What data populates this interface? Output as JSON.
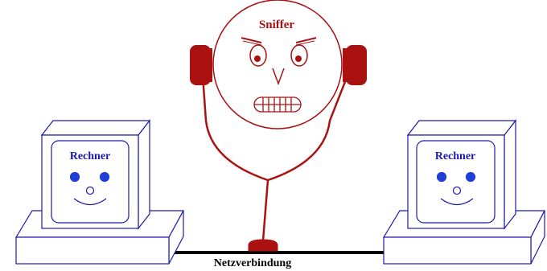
{
  "sniffer": {
    "label": "Sniffer",
    "color": "#aa1111"
  },
  "left_computer": {
    "label": "Rechner",
    "color": "#1a1aaa",
    "eye_color": "#1f3fd8"
  },
  "right_computer": {
    "label": "Rechner",
    "color": "#1a1aaa",
    "eye_color": "#1f3fd8"
  },
  "network": {
    "label": "Netzverbindung",
    "color": "#000000"
  }
}
